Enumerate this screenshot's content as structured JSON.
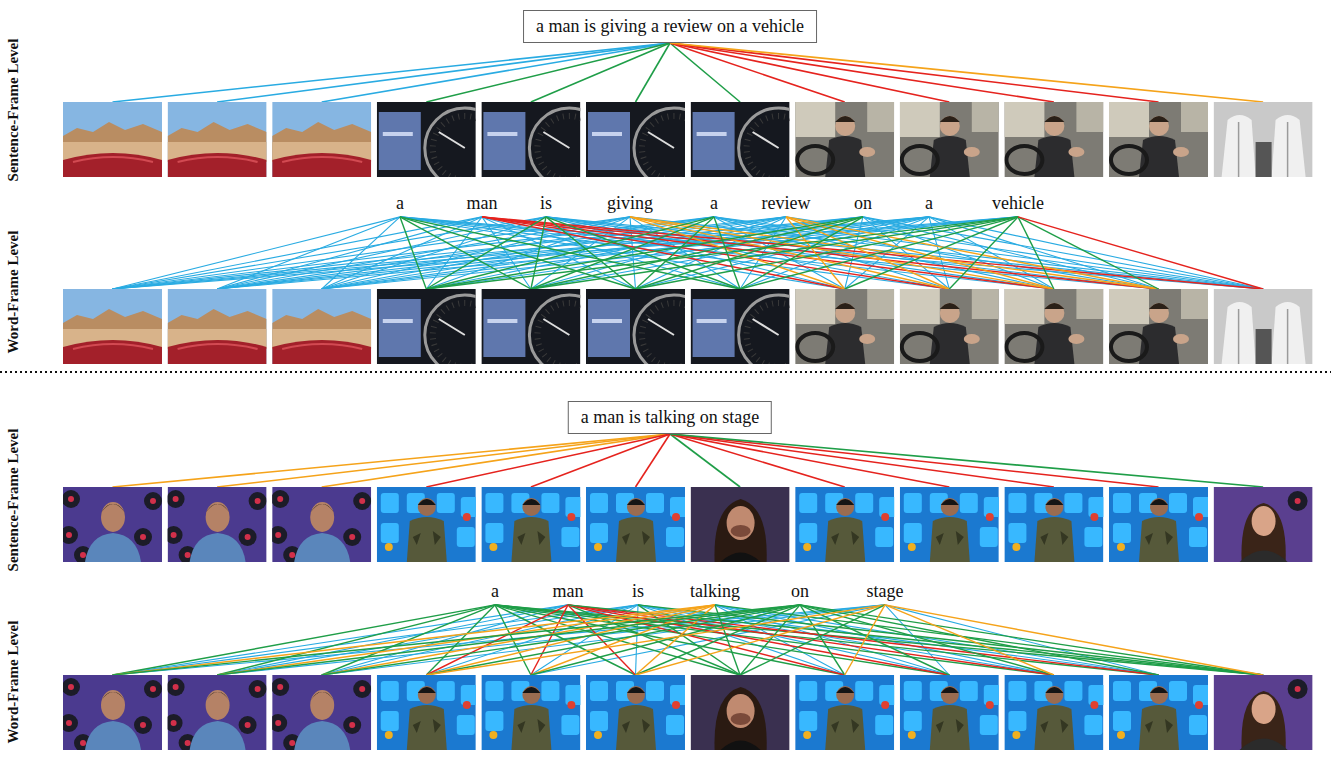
{
  "diagram": {
    "nodes": [
      {
        "text": [
          "a man is giving a review on a vehicle"
        ]
      },
      {
        "text": [
          "a man is talking on stage"
        ]
      }
    ],
    "labels": [
      "Sentence-Frame Level",
      "Word-Frame Level",
      "a",
      "man",
      "is",
      "giving",
      "a",
      "review",
      "on",
      "a",
      "vehicle",
      "Sentence-Frame Level",
      "Word-Frame Level",
      "a",
      "man",
      "is",
      "talking",
      "on",
      "stage"
    ]
  }
}
